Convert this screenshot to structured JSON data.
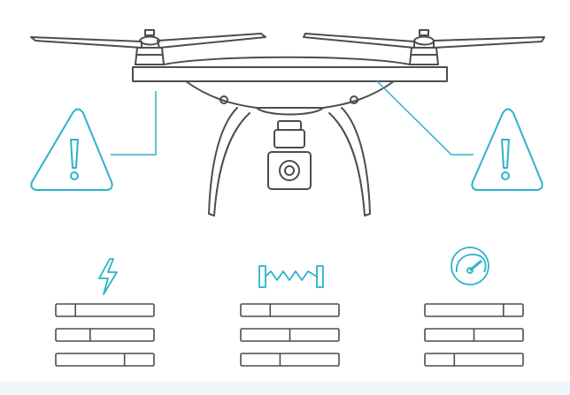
{
  "colors": {
    "background": "#ffffff",
    "outline": "#4d4d4f",
    "accent": "#2bb3c8",
    "bottom_band": "#eef5fb"
  },
  "drone": {
    "icon": "quadcopter-drone-icon",
    "camera_icon": "gimbal-camera-icon"
  },
  "warnings": [
    {
      "icon": "warning-triangle-icon",
      "side": "left"
    },
    {
      "icon": "warning-triangle-icon",
      "side": "right"
    }
  ],
  "metrics": [
    {
      "icon": "lightning-bolt-icon",
      "bars": [
        0.2,
        0.35,
        0.7
      ]
    },
    {
      "icon": "spring-distance-icon",
      "bars": [
        0.3,
        0.5,
        0.4
      ]
    },
    {
      "icon": "speedometer-gauge-icon",
      "bars": [
        0.8,
        0.5,
        0.3
      ]
    }
  ]
}
